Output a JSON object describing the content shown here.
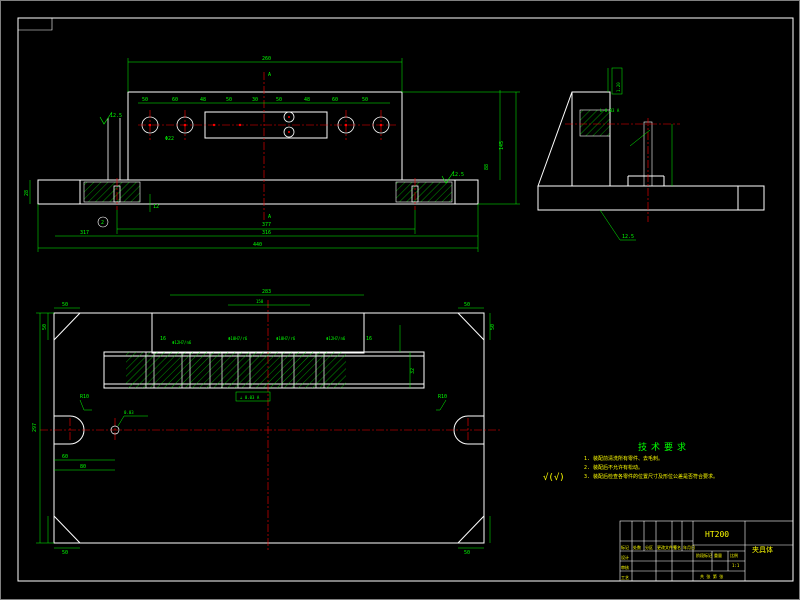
{
  "colors": {
    "background": "#000000",
    "outline": "#ffffff",
    "dimension": "#00ff00",
    "centerline": "#ff0000",
    "hatch": "#00ff00",
    "annotation": "#ffff00",
    "leader": "#00ffff"
  },
  "front_view": {
    "dims": {
      "overall_length": "440",
      "middle_length": "377",
      "inner_length": "316",
      "sub_length": "317",
      "top_width": "260",
      "height_total": "145",
      "height_mid": "88",
      "base_height": "28",
      "small_height": "12",
      "hole_dia": "Φ22",
      "span_labels": [
        "50",
        "60",
        "48",
        "50",
        "30",
        "50",
        "48",
        "60",
        "50"
      ]
    },
    "section_label": "A",
    "roughness": "12.5",
    "balloon": "2"
  },
  "side_view": {
    "dim_vertical": "1.20",
    "datum_note": "L 0.03 A",
    "roughness": "12.5"
  },
  "plan_view": {
    "dims": {
      "top_width": "283",
      "inner_width": "158",
      "corner_size_left": "50",
      "corner_size_right": "50",
      "corner_bottom_left": "50",
      "corner_bottom_right": "50",
      "side_left": "50",
      "side_right": "50",
      "overall_height": "297",
      "slot_radius": "R10",
      "slot_left": "60",
      "slot_bottom": "80",
      "slot_height": "32",
      "small_h": "16",
      "fit_1": "Φ12H7/n6",
      "fit_2": "Φ18H7/r6",
      "fit_3": "Φ18H7/r6",
      "fit_4": "Φ12H7/n6",
      "tolerance_note": "⊥ 0.03 A",
      "datum_box": "0.03"
    }
  },
  "tech_requirements": {
    "title": "技术要求",
    "symbol": "√(√)",
    "items": [
      "1. 装配前清洗所有零件、去毛刺。",
      "2. 装配后不允许有松动。",
      "3. 装配后检查各零件的位置尺寸及形位公差是否符合要求。"
    ]
  },
  "title_block": {
    "part_name": "夹具体",
    "material": "HT200",
    "rows": [
      "标记",
      "处数",
      "分区",
      "更改文件号",
      "签名",
      "年月日"
    ],
    "sub_labels": [
      "设计",
      "审核",
      "工艺"
    ],
    "stage_labels": [
      "阶段标记",
      "重量",
      "比例"
    ],
    "scale": "1:1",
    "sheet_info": "共  张   第  张"
  }
}
